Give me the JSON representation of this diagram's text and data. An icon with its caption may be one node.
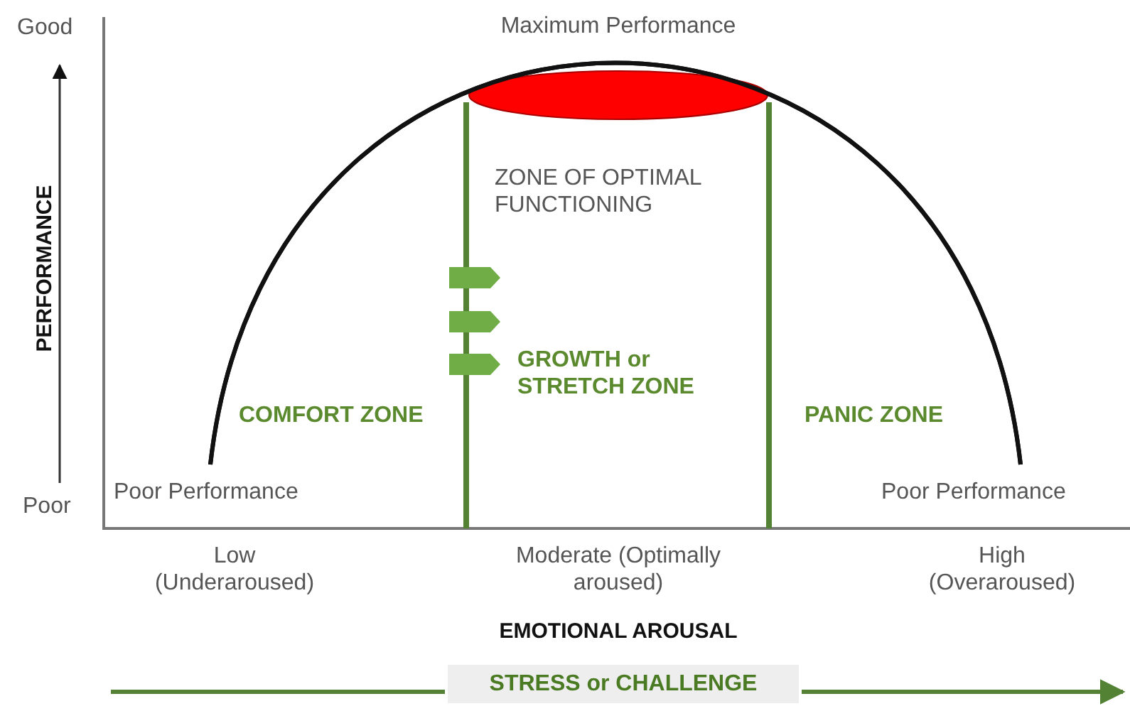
{
  "diagram": {
    "nodes": [
      {
        "text": [
          "Maximum Performance"
        ]
      }
    ],
    "labels": [
      "Good",
      "PERFORMANCE",
      "ZONE OF OPTIMAL FUNCTIONING",
      "GROWTH or STRETCH ZONE",
      "COMFORT ZONE",
      "PANIC ZONE",
      "Poor Performance",
      "Poor",
      "Poor Performance",
      "Low (Underaroused)",
      "Moderate (Optimally aroused)",
      "High (Overaroused)",
      "EMOTIONAL AROUSAL",
      "STRESS or CHALLENGE"
    ]
  }
}
